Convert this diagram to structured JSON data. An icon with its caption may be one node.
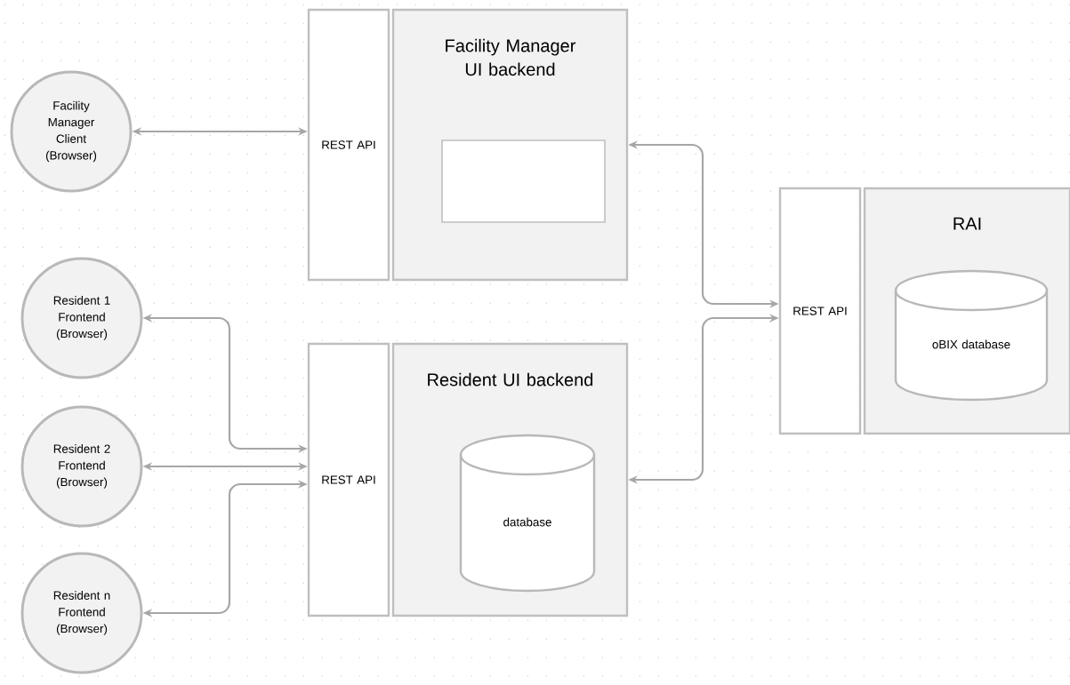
{
  "diagram": {
    "nodes": [
      {
        "text": [
          "Facility Manager Client (Browser)"
        ]
      },
      {
        "text": [
          "REST API"
        ]
      },
      {
        "text": [
          "Facility Manager UI backend"
        ]
      },
      {
        "text": [],
        "shape": "box",
        "in": 2
      },
      {
        "text": [
          "REST API"
        ]
      },
      {
        "text": [
          "RAI"
        ]
      },
      {
        "text": [
          "oBIX database"
        ],
        "in": 5
      },
      {
        "text": [
          "Resident 1 Frontend (Browser)"
        ]
      },
      {
        "text": [
          "Resident 2 Frontend (Browser)"
        ]
      },
      {
        "text": [
          "Resident n Frontend (Browser)"
        ]
      },
      {
        "text": [
          "REST API"
        ]
      },
      {
        "text": [
          "Resident UI backend"
        ]
      },
      {
        "text": [
          "database"
        ],
        "in": 11
      }
    ],
    "edges": [
      {
        "from": 0,
        "to": 1,
        "arrow": "both"
      },
      {
        "from": 2,
        "to": 4,
        "arrow": "both"
      },
      {
        "from": 11,
        "to": 4,
        "arrow": "both"
      },
      {
        "from": 7,
        "to": 10,
        "arrow": "both"
      },
      {
        "from": 8,
        "to": 10,
        "arrow": "both"
      },
      {
        "from": 9,
        "to": 10,
        "arrow": "both"
      }
    ]
  }
}
